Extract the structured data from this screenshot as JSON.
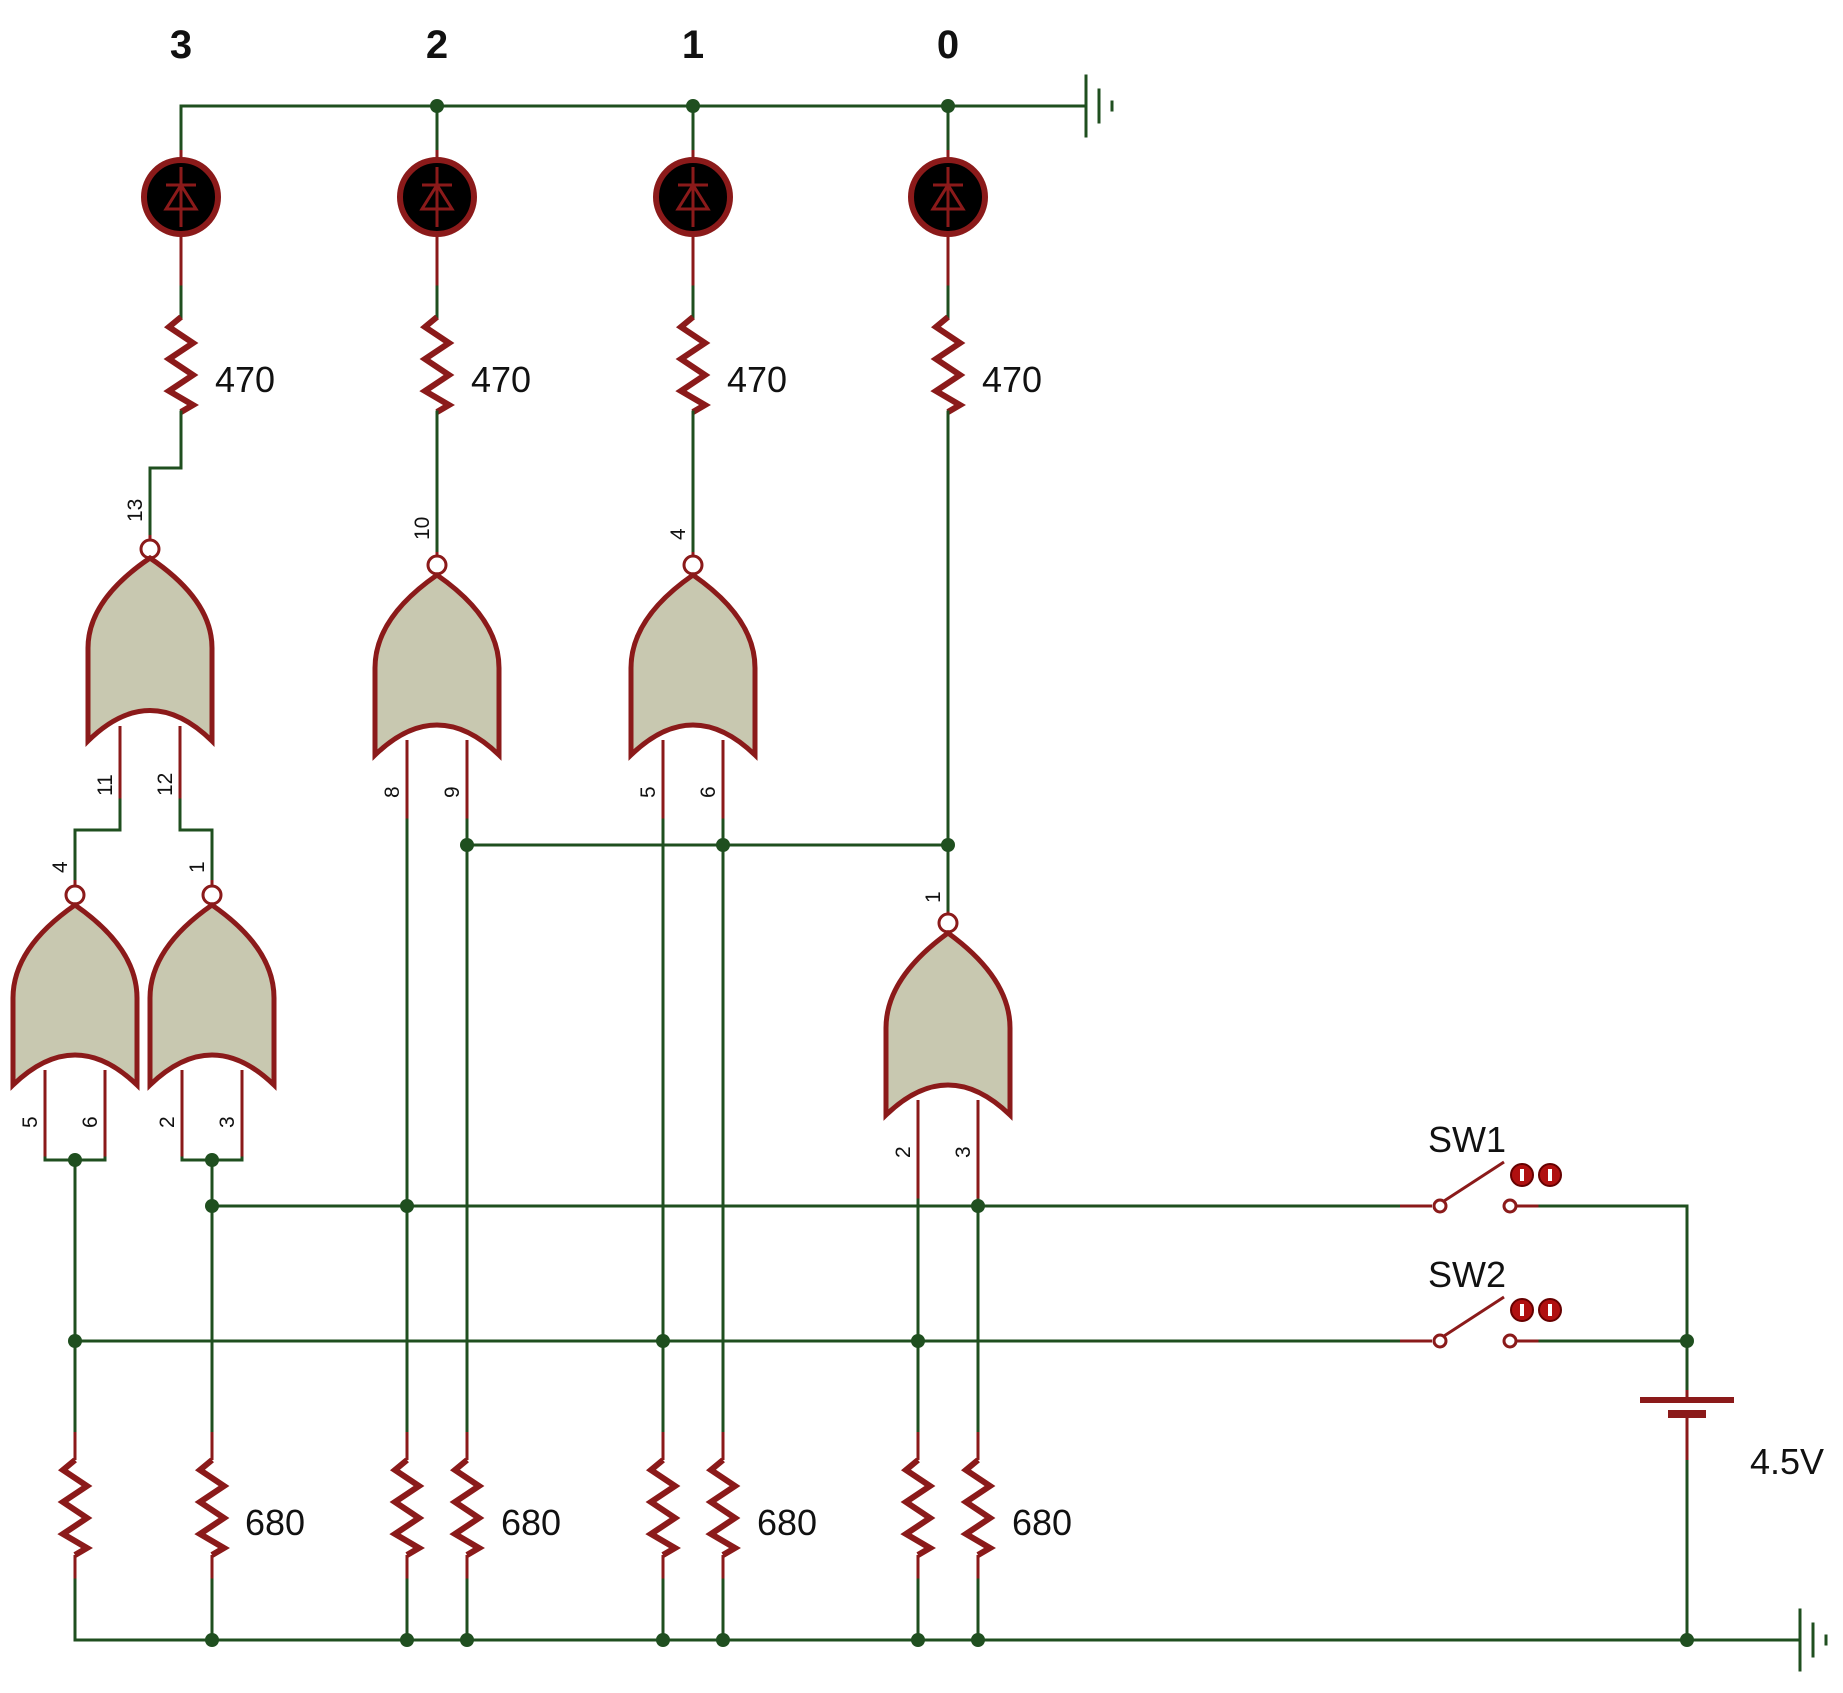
{
  "bit_labels": [
    "3",
    "2",
    "1",
    "0"
  ],
  "led_resistor_value": "470",
  "pulldown_resistor_value": "680",
  "switches": [
    {
      "label": "SW1"
    },
    {
      "label": "SW2"
    }
  ],
  "battery_label": "4.5V",
  "pins": {
    "g13_out": "13",
    "g13_in_a": "11",
    "g13_in_b": "12",
    "g10_out": "10",
    "g10_in_a": "8",
    "g10_in_b": "9",
    "g4_out": "4",
    "g4_in_a": "5",
    "g4_in_b": "6",
    "left_gate_out": "4",
    "left_gate_in_a": "5",
    "left_gate_in_b": "6",
    "right_gate_out": "1",
    "right_gate_in_a": "2",
    "right_gate_in_b": "3",
    "bit0_gate_out": "1",
    "bit0_gate_in_a": "2",
    "bit0_gate_in_b": "3"
  },
  "colors": {
    "wire": "#1f4f1f",
    "component": "#8b1a1a",
    "gate_fill": "#c8c8b0",
    "led_fill": "#000000"
  }
}
